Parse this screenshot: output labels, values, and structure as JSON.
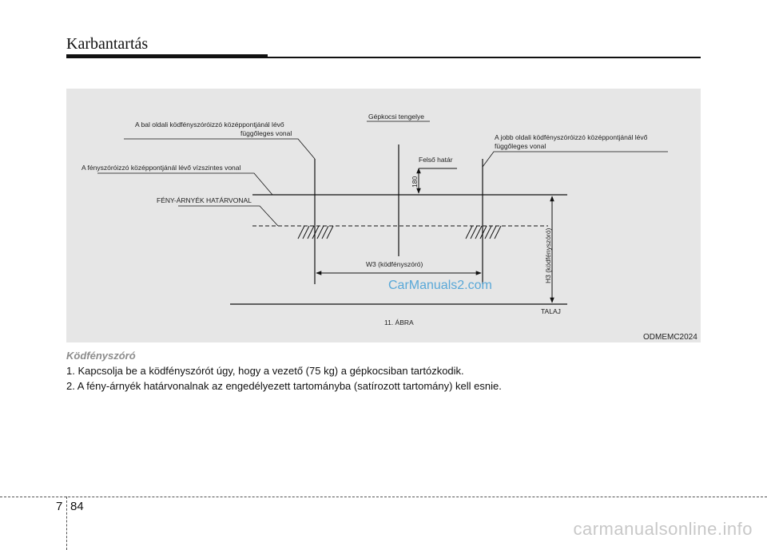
{
  "header": {
    "title": "Karbantartás"
  },
  "figure": {
    "labels": {
      "vehicle_axis": "Gépkocsi tengelye",
      "left_vertical_line": [
        "A bal oldali ködfényszóróizzó középpontjánál lévő",
        "függőleges vonal"
      ],
      "right_vertical_line": [
        "A jobb oldali ködfényszóróizzó középpontjánál lévő",
        "függőleges vonal"
      ],
      "horizontal_line": "A fényszóróizzó középpontjánál lévő vízszintes vonal",
      "cutoff_line": "FÉNY-ÁRNYÉK HATÁRVONAL",
      "upper_limit": "Felső határ",
      "dimension_180": "180",
      "w3": "W3 (ködfényszóró)",
      "h3": "H3 (ködfényszóró)",
      "ground": "TALAJ",
      "figure_number": "11. ÁBRA",
      "code": "ODMEMC2024",
      "watermark": "CarManuals2.com"
    },
    "colors": {
      "panel_bg": "#e6e6e6",
      "watermark": "#59a8d8"
    }
  },
  "content": {
    "heading": "Ködfényszóró",
    "lines": [
      "1. Kapcsolja be a ködfényszórót úgy, hogy a vezető (75 kg) a gépkocsiban tartózkodik.",
      "2. A fény-árnyék határvonalnak az engedélyezett tartományba (satírozott tartomány) kell esnie."
    ]
  },
  "footer": {
    "chapter": "7",
    "page": "84",
    "site": "carmanualsonline.info"
  }
}
